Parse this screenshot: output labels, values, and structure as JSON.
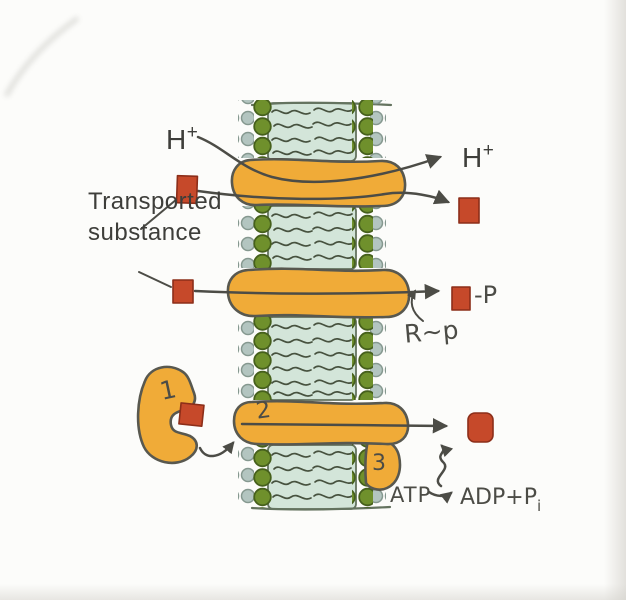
{
  "figure": {
    "labels": {
      "h_in_base": "H",
      "h_in_sup": "+",
      "h_out_base": "H",
      "h_out_sup": "+",
      "legend_line1": "Transported",
      "legend_line2": "substance",
      "product_suffix": "-P",
      "phosphoryl_donor": "R~p",
      "carrier_number": "1",
      "channel_number": "2",
      "atpase_number": "3",
      "atp": "ATP",
      "adp_base": "ADP+P",
      "adp_sub": "i"
    },
    "colors": {
      "paper": "#fcfcfa",
      "ink": "#4c4c46",
      "print_text": "#3e3e3a",
      "membrane_fill": "#d3e5d9",
      "membrane_edge": "#64735f",
      "lipid_tail": "#47523f",
      "head_green": "#6f902c",
      "head_green_edge": "#46601c",
      "head_gray": "#b3c5c0",
      "head_gray_edge": "#85988f",
      "protein_orange": "#f0ab38",
      "protein_edge": "#58584f",
      "substance_red": "#c6492a",
      "substance_red_edge": "#8c2e19"
    }
  }
}
